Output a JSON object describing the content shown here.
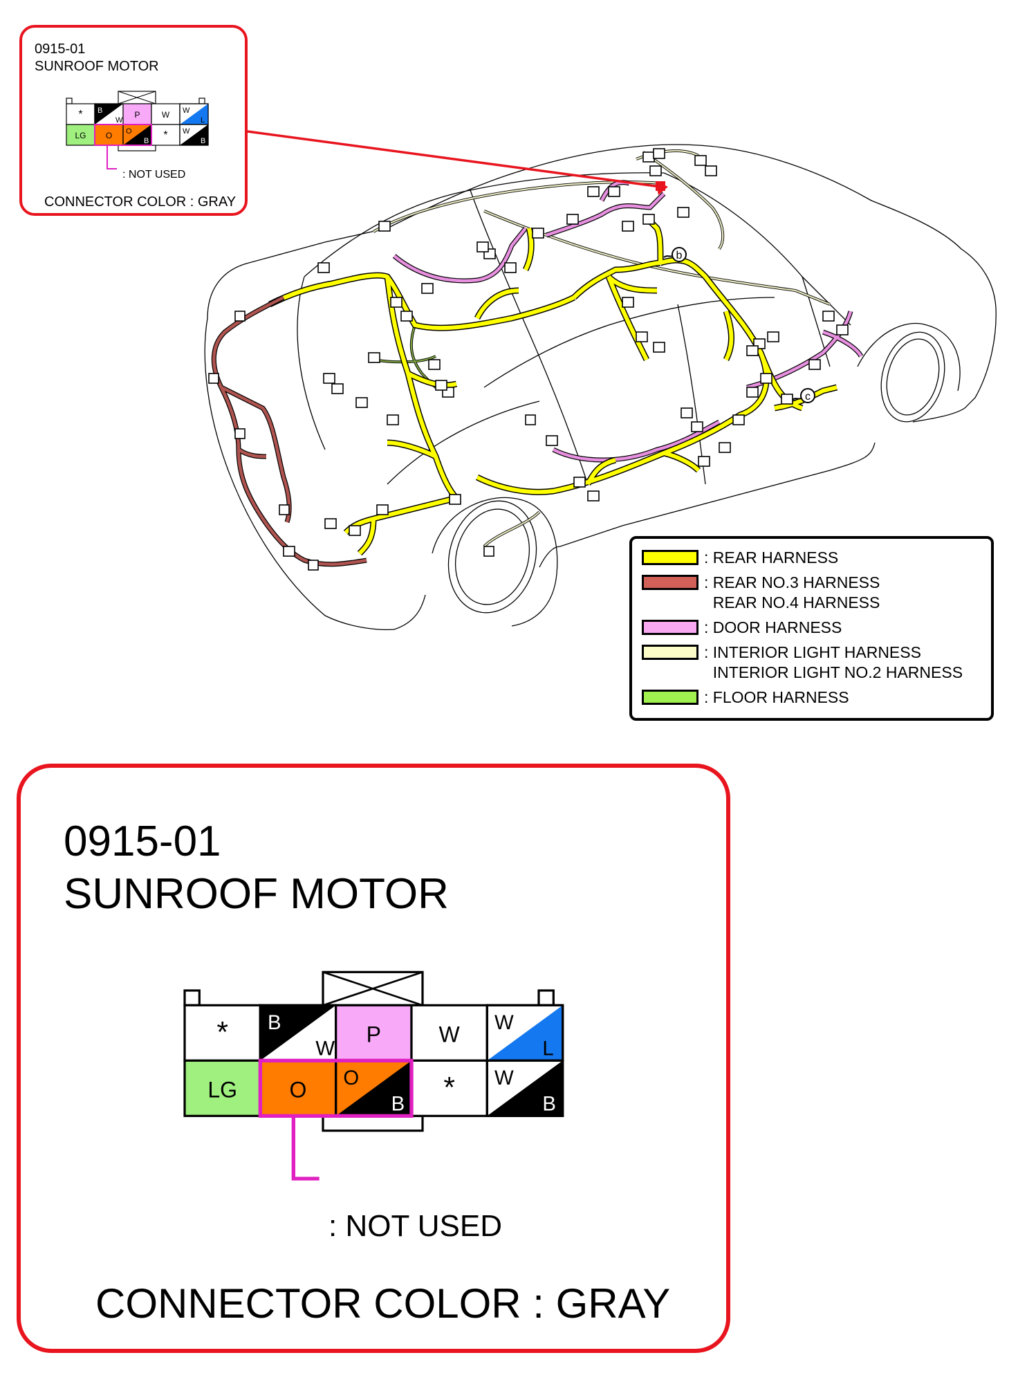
{
  "connector": {
    "code": "0915-01",
    "name": "SUNROOF MOTOR",
    "not_used_label": ": NOT USED",
    "connector_color_label": "CONNECTOR COLOR : GRAY",
    "not_used_color": "#e020c0",
    "pins_top": [
      {
        "label": "*",
        "type": "asterisk"
      },
      {
        "label": "B/W",
        "type": "split",
        "main": "B",
        "stripe": "W",
        "fill": "#000000",
        "stripe_fill": "#ffffff"
      },
      {
        "label": "P",
        "type": "solid",
        "fill": "#f8aaf8"
      },
      {
        "label": "W",
        "type": "solid",
        "fill": "#ffffff"
      },
      {
        "label": "W/L",
        "type": "split",
        "main": "W",
        "stripe": "L",
        "fill": "#ffffff",
        "stripe_fill": "#1478f0"
      }
    ],
    "pins_bottom": [
      {
        "label": "LG",
        "type": "solid",
        "fill": "#a0f080"
      },
      {
        "label": "O",
        "type": "solid",
        "fill": "#ff7c00"
      },
      {
        "label": "O/B",
        "type": "split",
        "main": "O",
        "stripe": "B",
        "fill": "#ff7c00",
        "stripe_fill": "#000000"
      },
      {
        "label": "*",
        "type": "asterisk"
      },
      {
        "label": "W/B",
        "type": "split",
        "main": "W",
        "stripe": "B",
        "fill": "#ffffff",
        "stripe_fill": "#000000"
      }
    ]
  },
  "legend": {
    "items": [
      {
        "label": ": REAR HARNESS",
        "color": "#ffff00"
      },
      {
        "label": ": REAR NO.3 HARNESS\n  REAR NO.4 HARNESS",
        "color": "#d06058"
      },
      {
        "label": ": DOOR HARNESS",
        "color": "#f8a8f0"
      },
      {
        "label": ": INTERIOR LIGHT HARNESS\n  INTERIOR LIGHT NO.2 HARNESS",
        "color": "#fcfcc8"
      },
      {
        "label": ": FLOOR HARNESS",
        "color": "#a0f050"
      }
    ]
  },
  "markers": {
    "b": "b",
    "c": "c"
  },
  "colors": {
    "callout_border": "#e8141e",
    "rear": "#ffff00",
    "rear34": "#b05450",
    "door": "#e890e0",
    "interior": "#e8e8c0",
    "floor": "#7aa040"
  }
}
